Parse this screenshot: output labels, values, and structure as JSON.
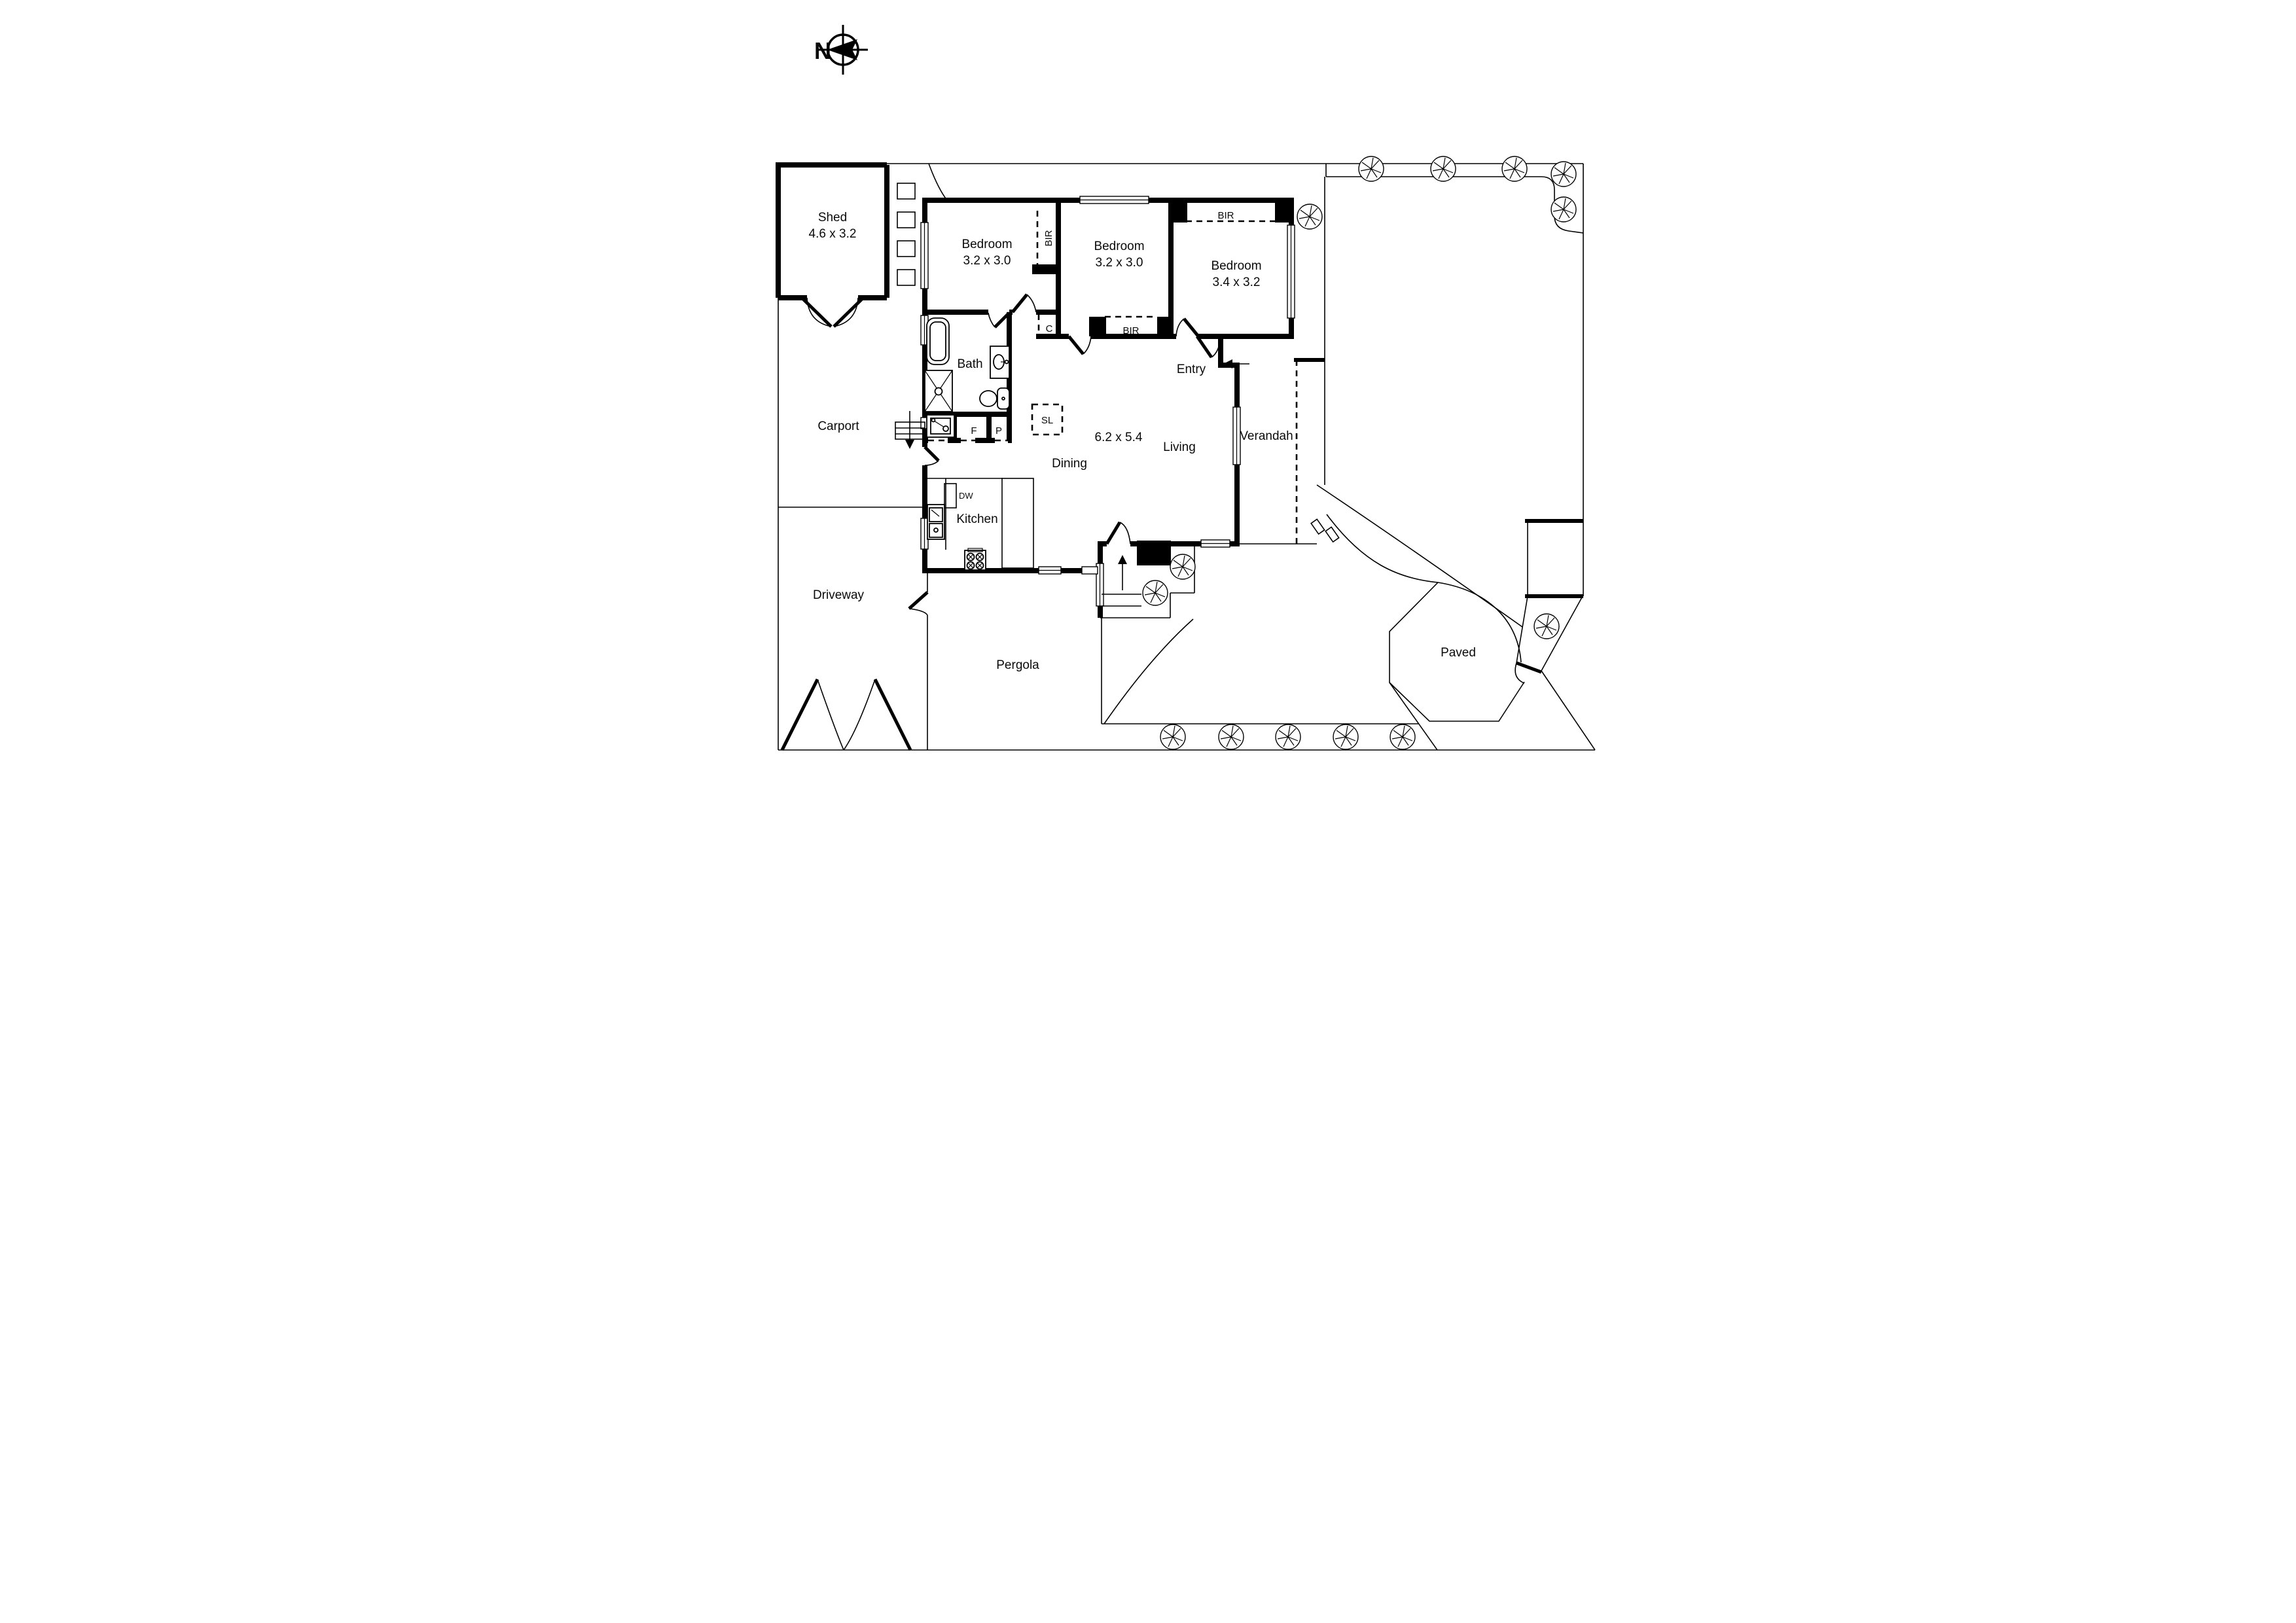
{
  "plan": {
    "north_label": "N",
    "rooms": {
      "shed": "Shed",
      "shed_dim": "4.6 x 3.2",
      "bedroom1": "Bedroom",
      "bedroom1_dim": "3.2 x 3.0",
      "bedroom2": "Bedroom",
      "bedroom2_dim": "3.2 x 3.0",
      "bedroom3": "Bedroom",
      "bedroom3_dim": "3.4 x 3.2",
      "bath": "Bath",
      "kitchen": "Kitchen",
      "dining": "Dining",
      "living": "Living",
      "living_dining_dim": "6.2 x 5.4",
      "entry": "Entry",
      "verandah": "Verandah",
      "carport": "Carport",
      "driveway": "Driveway",
      "pergola": "Pergola",
      "paved": "Paved"
    },
    "storage": {
      "bir1": "BIR",
      "bir2": "BIR",
      "bir3": "BIR",
      "linen": "C",
      "fridge": "F",
      "pantry": "P",
      "skylight": "SL",
      "dishwasher": "DW"
    }
  }
}
